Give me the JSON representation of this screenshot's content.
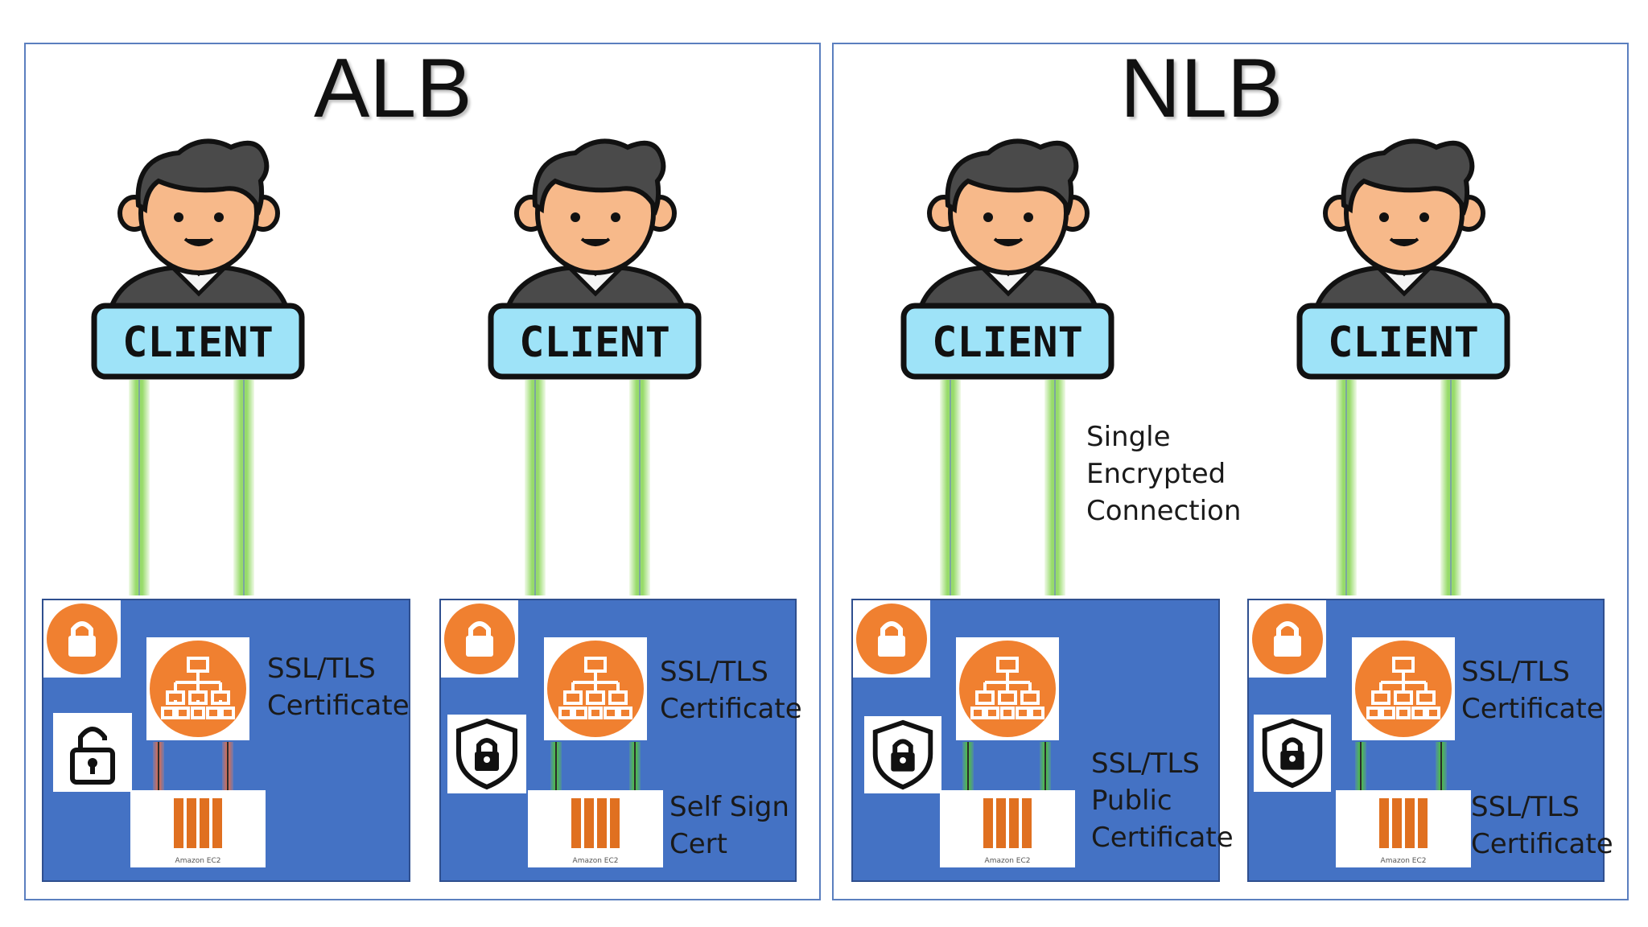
{
  "panels": [
    {
      "title": "ALB",
      "clients": [
        {
          "label": "CLIENT",
          "cert_label": "SSL/TLS\nCertificate",
          "backend_label": "",
          "lock_state": "unlocked-padlock-icon",
          "inner_conn": "red",
          "note": ""
        },
        {
          "label": "CLIENT",
          "cert_label": "SSL/TLS\nCertificate",
          "backend_label": "Self Sign\nCert",
          "lock_state": "shield-lock-icon",
          "inner_conn": "green",
          "note": ""
        }
      ]
    },
    {
      "title": "NLB",
      "clients": [
        {
          "label": "CLIENT",
          "cert_label": "",
          "backend_label": "SSL/TLS\nPublic\nCertificate",
          "lock_state": "shield-lock-icon",
          "inner_conn": "green",
          "note": "Single\nEncrypted\nConnection"
        },
        {
          "label": "CLIENT",
          "cert_label": "SSL/TLS\nCertificate",
          "backend_label": "SSL/TLS\nCertificate",
          "lock_state": "shield-lock-icon",
          "inner_conn": "green",
          "note": ""
        }
      ]
    }
  ],
  "ec2_caption": "Amazon EC2",
  "colors": {
    "box_fill": "#4472c4",
    "lb_orange": "#f08030",
    "badge_blue": "#9ee3f8",
    "connection_green": "#8cd75a",
    "panel_border": "#5b7fbf"
  }
}
